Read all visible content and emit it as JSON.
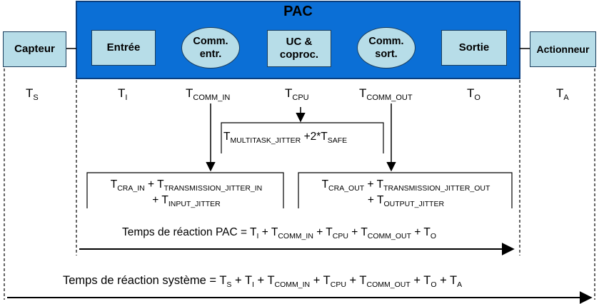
{
  "pac": {
    "title": "PAC",
    "capteur": "Capteur",
    "actionneur": "Actionneur",
    "entree": "Entrée",
    "comm_in": "Comm.\nentr.",
    "uc": "UC &\ncoproc.",
    "comm_out": "Comm.\nsort.",
    "sortie": "Sortie"
  },
  "times": {
    "ts": {
      "main": "T",
      "sub": "S"
    },
    "ti": {
      "main": "T",
      "sub": "I"
    },
    "tcommin": {
      "main": "T",
      "sub": "COMM_IN"
    },
    "tcpu": {
      "main": "T",
      "sub": "CPU"
    },
    "tcommout": {
      "main": "T",
      "sub": "COMM_OUT"
    },
    "to": {
      "main": "T",
      "sub": "O"
    },
    "ta": {
      "main": "T",
      "sub": "A"
    }
  },
  "formulas": {
    "multitask": {
      "t1": "T",
      "s1": "MULTITASK_JITTER",
      "mid": " +2*T",
      "s2": "SAFE"
    },
    "cra_in": {
      "l1_t1": "T",
      "l1_s1": "CRA_IN",
      "l1_mid": " + T",
      "l1_s2": "TRANSMISSION_JITTER_IN",
      "l2_t1": "+ T",
      "l2_s1": "INPUT_JITTER"
    },
    "cra_out": {
      "l1_t1": "T",
      "l1_s1": "CRA_OUT",
      "l1_mid": " + T",
      "l1_s2": "TRANSMISSION_JITTER_OUT",
      "l2_t1": "+ T",
      "l2_s1": "OUTPUT_JITTER"
    },
    "pac_reaction": {
      "prefix": "Temps de réaction PAC = T",
      "s1": "I",
      "p2": " + T",
      "s2": "COMM_IN",
      "p3": " + T",
      "s3": "CPU",
      "p4": " + T",
      "s4": "COMM_OUT",
      "p5": " + T",
      "s5": "O"
    },
    "system_reaction": {
      "prefix": "Temps de réaction système = T",
      "s1": "S",
      "p2": " + T",
      "s2": "I",
      "p3": " + T",
      "s3": "COMM_IN",
      "p4": " + T",
      "s4": "CPU",
      "p5": " + T",
      "s5": "COMM_OUT",
      "p6": " + T",
      "s6": "O",
      "p7": " + T",
      "s7": "A"
    }
  },
  "colors": {
    "pac_blue": "#0b6fd6",
    "box_fill": "#b7dde8",
    "box_border": "#1a3d5c"
  }
}
